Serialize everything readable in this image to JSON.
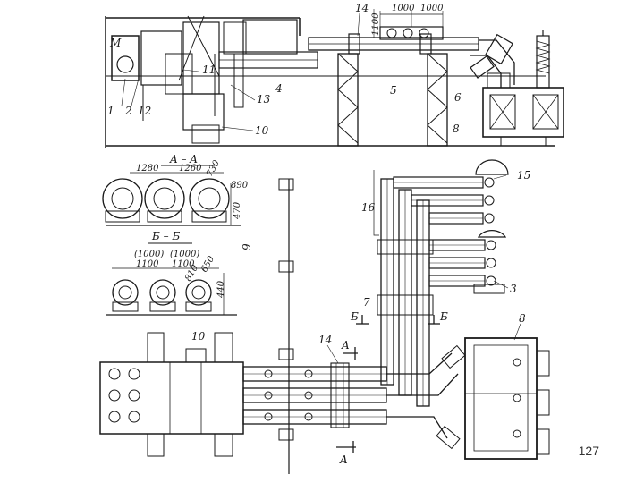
{
  "callouts": {
    "c1": "1",
    "c2": "2",
    "c12": "12",
    "c11": "11",
    "c13": "13",
    "c4": "4",
    "c5": "5",
    "c6": "6",
    "c8a": "8",
    "c8b": "8",
    "c10a": "10",
    "c10b": "10",
    "c14a": "14",
    "c14b": "14",
    "c15": "15",
    "c16": "16",
    "c7": "7",
    "c3": "3",
    "c9": "9",
    "cM": "M"
  },
  "dimensions": {
    "top_1100": "1100",
    "top_1000a": "1000",
    "top_1000b": "1000",
    "aa_1280": "1280",
    "aa_1260": "1260",
    "aa_730": "730",
    "aa_890": "890",
    "aa_470": "470",
    "bb_1000a": "(1000)",
    "bb_1000b": "(1000)",
    "bb_1100a": "1100",
    "bb_1100b": "1100",
    "bb_810": "810",
    "bb_650": "650",
    "bb_440": "440"
  },
  "sections": {
    "aa_title": "A – A",
    "bb_title": "Б – Б",
    "arrow_b1": "Б",
    "arrow_b2": "Б",
    "arrow_a1": "A",
    "arrow_a2": "A"
  },
  "page_number": "127"
}
